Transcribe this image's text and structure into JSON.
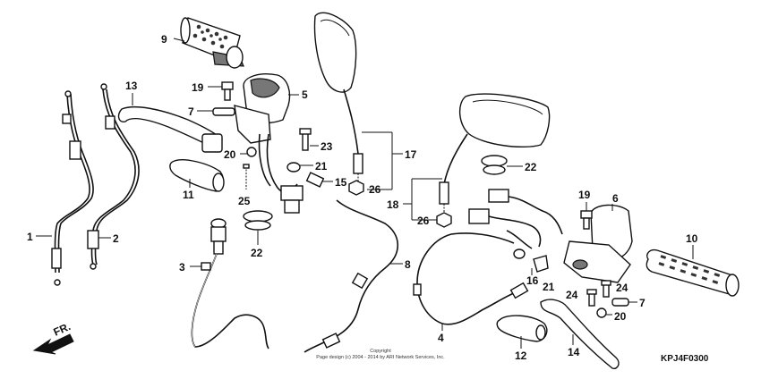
{
  "callouts": [
    {
      "id": "c1",
      "text": "1"
    },
    {
      "id": "c2",
      "text": "2"
    },
    {
      "id": "c3",
      "text": "3"
    },
    {
      "id": "c4",
      "text": "4"
    },
    {
      "id": "c5",
      "text": "5"
    },
    {
      "id": "c6",
      "text": "6"
    },
    {
      "id": "c7a",
      "text": "7"
    },
    {
      "id": "c7b",
      "text": "7"
    },
    {
      "id": "c8",
      "text": "8"
    },
    {
      "id": "c9",
      "text": "9"
    },
    {
      "id": "c10",
      "text": "10"
    },
    {
      "id": "c11",
      "text": "11"
    },
    {
      "id": "c12",
      "text": "12"
    },
    {
      "id": "c13",
      "text": "13"
    },
    {
      "id": "c14",
      "text": "14"
    },
    {
      "id": "c15",
      "text": "15"
    },
    {
      "id": "c16",
      "text": "16"
    },
    {
      "id": "c17",
      "text": "17"
    },
    {
      "id": "c18",
      "text": "18"
    },
    {
      "id": "c19a",
      "text": "19"
    },
    {
      "id": "c19b",
      "text": "19"
    },
    {
      "id": "c20a",
      "text": "20"
    },
    {
      "id": "c20b",
      "text": "20"
    },
    {
      "id": "c21a",
      "text": "21"
    },
    {
      "id": "c21b",
      "text": "21"
    },
    {
      "id": "c22a",
      "text": "22"
    },
    {
      "id": "c22b",
      "text": "22"
    },
    {
      "id": "c23",
      "text": "23"
    },
    {
      "id": "c24a",
      "text": "24"
    },
    {
      "id": "c24b",
      "text": "24"
    },
    {
      "id": "c25",
      "text": "25"
    },
    {
      "id": "c26a",
      "text": "26"
    },
    {
      "id": "c26b",
      "text": "26"
    }
  ],
  "direction_label": "FR.",
  "copyright_line1": "Copyright",
  "copyright_line2": "Page design (c) 2004 - 2014 by ARI Network Services, Inc.",
  "diagram_code": "KPJ4F0300"
}
